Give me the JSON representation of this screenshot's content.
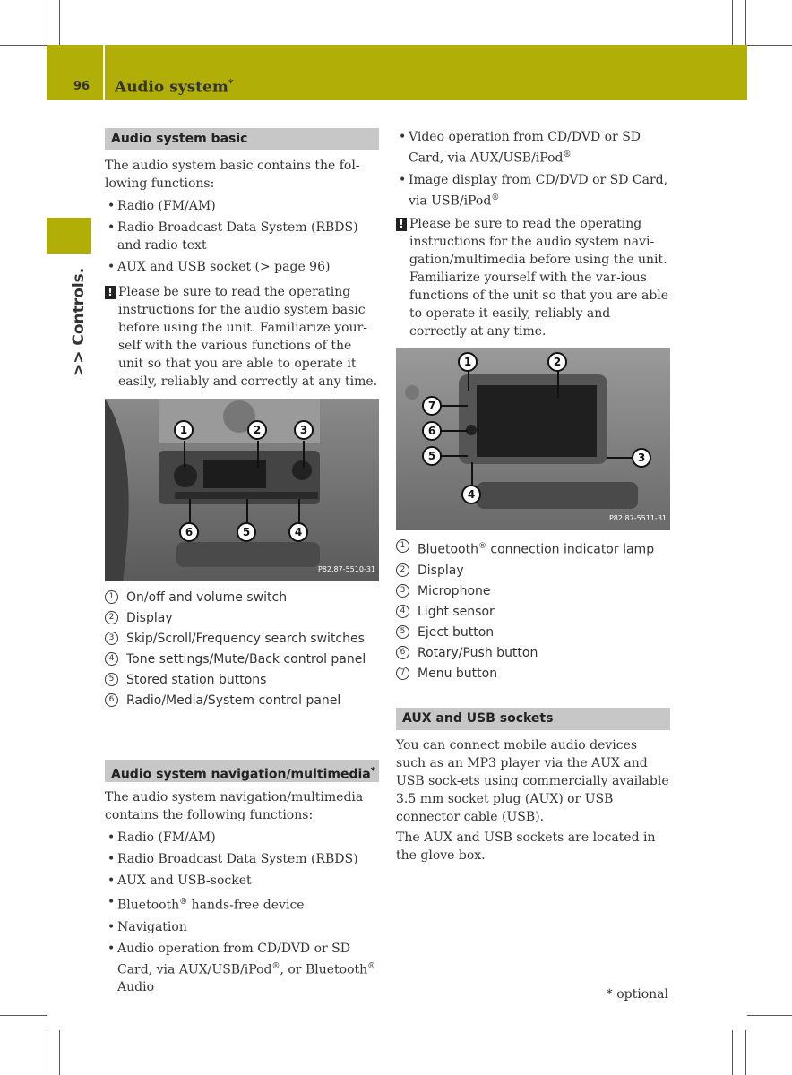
{
  "header": {
    "page_number": "96",
    "title": "Audio system",
    "title_star": "*"
  },
  "side_tab": {
    "label": ">> Controls."
  },
  "audio_basic": {
    "heading": "Audio system basic",
    "intro": "The audio system basic contains the fol-lowing functions:",
    "bullets": [
      "Radio (FM/AM)",
      "Radio Broadcast Data System (RBDS) and radio text",
      "AUX and USB socket (> page 96)"
    ],
    "note": "Please be sure to read the operating instructions for the audio system basic before using the unit. Familiarize your-self with the various functions of the unit so that you are able to operate it easily, reliably and correctly at any time.",
    "photo_code": "P82.87-5510-31",
    "legend": [
      {
        "num": "1",
        "text": "On/off and volume switch"
      },
      {
        "num": "2",
        "text": "Display"
      },
      {
        "num": "3",
        "text": "Skip/Scroll/Frequency search switches"
      },
      {
        "num": "4",
        "text": "Tone settings/Mute/Back control panel"
      },
      {
        "num": "5",
        "text": "Stored station buttons"
      },
      {
        "num": "6",
        "text": "Radio/Media/System control panel"
      }
    ]
  },
  "audio_nav": {
    "heading": "Audio system navigation/multimedia",
    "heading_star": "*",
    "intro": "The audio system navigation/multimedia contains the following functions:",
    "bullets": [
      {
        "text": "Radio (FM/AM)"
      },
      {
        "text": "Radio Broadcast Data System (RBDS)"
      },
      {
        "text": "AUX and USB-socket"
      },
      {
        "text": "Bluetooth",
        "reg": "®",
        "rest": " hands-free device"
      },
      {
        "text": "Navigation"
      },
      {
        "text": "Audio operation from CD/DVD or SD Card, via AUX/USB/iPod",
        "reg": "®",
        "rest": ", or Bluetooth",
        "reg2": "®",
        "rest2": " Audio"
      },
      {
        "text": "Video operation from CD/DVD or SD Card, via AUX/USB/iPod",
        "reg": "®"
      },
      {
        "text": "Image display from CD/DVD or SD Card, via USB/iPod",
        "reg": "®"
      }
    ],
    "note": "Please be sure to read the operating instructions for the audio system navi-gation/multimedia before using the unit. Familiarize yourself with the var-ious functions of the unit so that you are able to operate it easily, reliably and correctly at any time.",
    "photo_code": "P82.87-5511-31",
    "legend": [
      {
        "num": "1",
        "text": "Bluetooth",
        "reg": "®",
        "rest": " connection indicator lamp"
      },
      {
        "num": "2",
        "text": "Display"
      },
      {
        "num": "3",
        "text": "Microphone"
      },
      {
        "num": "4",
        "text": "Light sensor"
      },
      {
        "num": "5",
        "text": "Eject button"
      },
      {
        "num": "6",
        "text": "Rotary/Push button"
      },
      {
        "num": "7",
        "text": "Menu button"
      }
    ]
  },
  "aux_usb": {
    "heading": "AUX and USB sockets",
    "para1": "You can connect mobile audio devices such as an MP3 player via the AUX and USB sock-ets using commercially available 3.5 mm socket plug (AUX) or USB connector cable (USB).",
    "para2": "The AUX and USB sockets are located in the glove box."
  },
  "footer": {
    "optional_note": "* optional"
  }
}
